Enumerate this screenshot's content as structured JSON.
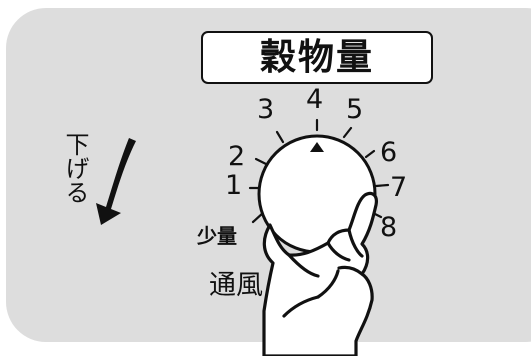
{
  "title": "穀物量",
  "direction_label": "下げる",
  "dial": {
    "scale": [
      "1",
      "2",
      "3",
      "4",
      "5",
      "6",
      "7",
      "8"
    ],
    "low_label": "少量",
    "vent_label": "通風"
  },
  "icons": {
    "arrow": "down-arrow-icon",
    "pointer": "triangle-pointer-icon",
    "hand": "hand-icon"
  },
  "colors": {
    "panel": "#dddddd",
    "ink": "#111111",
    "paper": "#ffffff"
  }
}
